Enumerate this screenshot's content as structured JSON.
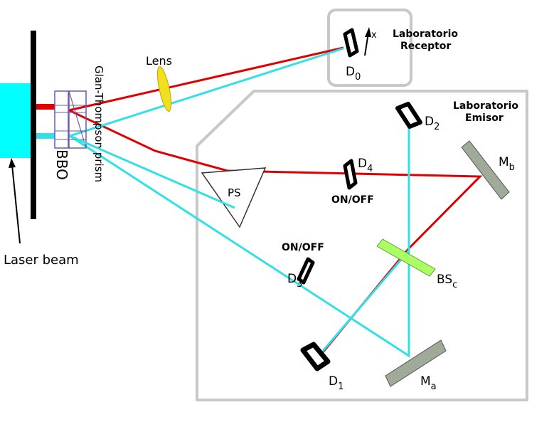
{
  "labels": {
    "laser_beam": "Laser beam",
    "bbo": "BBO",
    "prism": "Glan-Thompson prism",
    "lens": "Lens",
    "receptor_line1": "Laboratorio",
    "receptor_line2": "Receptor",
    "emisor_line1": "Laboratorio",
    "emisor_line2": "Emisor",
    "ps": "PS",
    "x_axis": "x",
    "on_off_d4": "ON/OFF",
    "on_off_d3": "ON/OFF"
  },
  "detectors": {
    "d0": {
      "letter": "D",
      "sub": "0"
    },
    "d1": {
      "letter": "D",
      "sub": "1"
    },
    "d2": {
      "letter": "D",
      "sub": "2"
    },
    "d3": {
      "letter": "D",
      "sub": "3"
    },
    "d4": {
      "letter": "D",
      "sub": "4"
    }
  },
  "mirrors": {
    "ma": {
      "letter": "M",
      "sub": "a"
    },
    "mb": {
      "letter": "M",
      "sub": "b"
    }
  },
  "beamsplitter": {
    "letter": "BS",
    "sub": "c"
  },
  "colors": {
    "laser": "#00ffff",
    "red_beam": "#e00000",
    "cyan_beam": "#33e0e8",
    "lens": "#f0e020",
    "mirror": "#a0aa98",
    "beamsplitter": "#aaff66",
    "lab_border": "#c8c8c8",
    "prism_outline": "#6c5ca8"
  }
}
